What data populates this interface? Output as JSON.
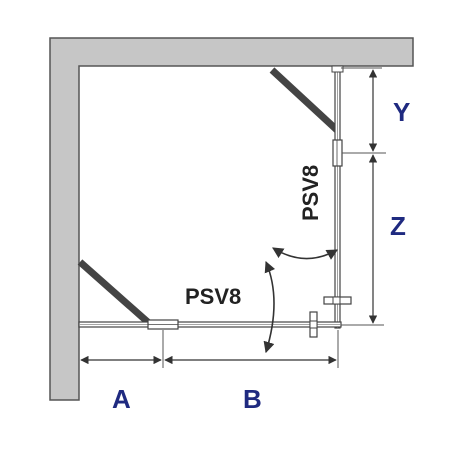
{
  "labels": {
    "dimension_a": "A",
    "dimension_b": "B",
    "dimension_y": "Y",
    "dimension_z": "Z",
    "door_upper": "PSV8",
    "door_lower": "PSV8"
  },
  "colors": {
    "wall_fill": "#c6c6c6",
    "wall_stroke": "#555555",
    "dimension_label": "#1f2a80",
    "line": "#333333",
    "door_leaf": "#444444"
  }
}
